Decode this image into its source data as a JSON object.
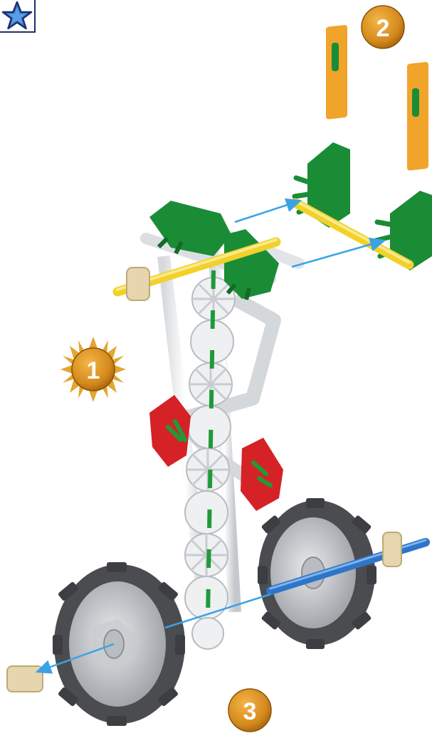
{
  "steps": [
    {
      "number": "1",
      "shape": "sun-badge"
    },
    {
      "number": "2",
      "shape": "round-badge"
    },
    {
      "number": "3",
      "shape": "round-badge"
    }
  ],
  "badge": {
    "icon": "star-icon"
  },
  "colors": {
    "badge_orange": "#d48a1c",
    "badge_navy": "#1e2f6e",
    "star_blue": "#3a7fd6",
    "arrow_blue": "#3aa3e3",
    "rod_green": "#1f9a3a",
    "connector_green": "#1b8c36",
    "connector_orange": "#f0a42a",
    "connector_red": "#d52226",
    "rod_yellow": "#f1d12a",
    "rod_blue": "#2e75c9",
    "gear_white": "#eef0f2",
    "tire_gray": "#4b4c4f",
    "tan_cap": "#e6d5ad"
  }
}
